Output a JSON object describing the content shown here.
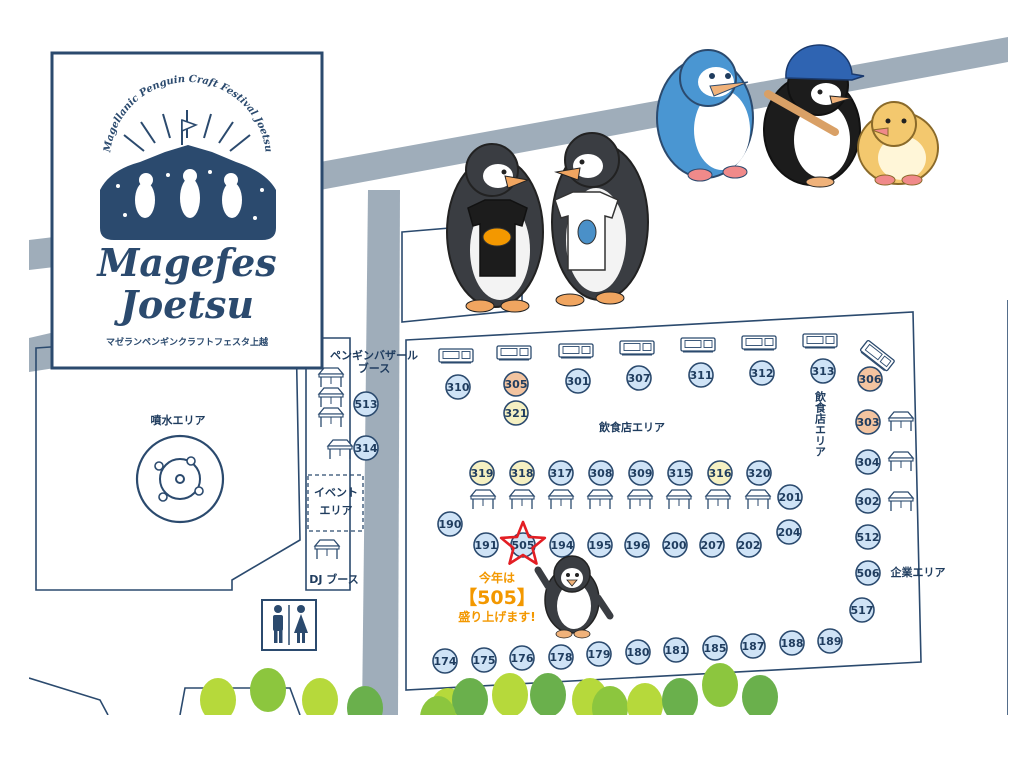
{
  "logo": {
    "arc_text": "Magellanic Penguin Craft Festival Joetsu",
    "title_line1": "Magefes",
    "title_line2": "Joetsu",
    "subtitle": "マゼランペンギンクラフトフェスタ上越"
  },
  "areas": {
    "fountain": "噴水エリア",
    "penguin_bazaar_line1": "ペンギンバザール",
    "penguin_bazaar_line2": "ブース",
    "event_line1": "イベント",
    "event_line2": "エリア",
    "dj": "DJ ブース",
    "food_main": "飲食店エリア",
    "food_vertical": "飲食店エリア",
    "company": "企業エリア"
  },
  "callout": {
    "line1": "今年は",
    "line2": "【505】",
    "line3": "盛り上げます!"
  },
  "colors": {
    "blue_booth": "#cfe3f6",
    "orange_booth": "#f3c4a0",
    "yellow_booth": "#f5f0c2",
    "road": "#9fadba",
    "outline": "#2b4a6e",
    "highlight_star": "#e31e24",
    "callout_text": "#f39800"
  },
  "booths": [
    {
      "label": "310",
      "color": "blue"
    },
    {
      "label": "305",
      "color": "orange"
    },
    {
      "label": "301",
      "color": "blue"
    },
    {
      "label": "307",
      "color": "blue"
    },
    {
      "label": "311",
      "color": "blue"
    },
    {
      "label": "312",
      "color": "blue"
    },
    {
      "label": "313",
      "color": "blue"
    },
    {
      "label": "306",
      "color": "orange"
    },
    {
      "label": "321",
      "color": "yellow"
    },
    {
      "label": "513",
      "color": "blue"
    },
    {
      "label": "314",
      "color": "blue"
    },
    {
      "label": "303",
      "color": "orange"
    },
    {
      "label": "304",
      "color": "blue"
    },
    {
      "label": "302",
      "color": "blue"
    },
    {
      "label": "512",
      "color": "blue"
    },
    {
      "label": "506",
      "color": "blue"
    },
    {
      "label": "517",
      "color": "blue"
    },
    {
      "label": "319",
      "color": "yellow"
    },
    {
      "label": "318",
      "color": "yellow"
    },
    {
      "label": "317",
      "color": "blue"
    },
    {
      "label": "308",
      "color": "blue"
    },
    {
      "label": "309",
      "color": "blue"
    },
    {
      "label": "315",
      "color": "blue"
    },
    {
      "label": "316",
      "color": "yellow"
    },
    {
      "label": "320",
      "color": "blue"
    },
    {
      "label": "201",
      "color": "blue"
    },
    {
      "label": "204",
      "color": "blue"
    },
    {
      "label": "190",
      "color": "blue"
    },
    {
      "label": "191",
      "color": "blue"
    },
    {
      "label": "505",
      "color": "blue"
    },
    {
      "label": "194",
      "color": "blue"
    },
    {
      "label": "195",
      "color": "blue"
    },
    {
      "label": "196",
      "color": "blue"
    },
    {
      "label": "200",
      "color": "blue"
    },
    {
      "label": "207",
      "color": "blue"
    },
    {
      "label": "202",
      "color": "blue"
    },
    {
      "label": "174",
      "color": "blue"
    },
    {
      "label": "175",
      "color": "blue"
    },
    {
      "label": "176",
      "color": "blue"
    },
    {
      "label": "178",
      "color": "blue"
    },
    {
      "label": "179",
      "color": "blue"
    },
    {
      "label": "180",
      "color": "blue"
    },
    {
      "label": "181",
      "color": "blue"
    },
    {
      "label": "185",
      "color": "blue"
    },
    {
      "label": "187",
      "color": "blue"
    },
    {
      "label": "188",
      "color": "blue"
    },
    {
      "label": "189",
      "color": "blue"
    }
  ],
  "icons": [
    "restroom-icon",
    "fountain-icon",
    "tent-icon",
    "food-truck-icon",
    "tree-icon",
    "penguin-character-icon",
    "star-highlight-icon"
  ]
}
